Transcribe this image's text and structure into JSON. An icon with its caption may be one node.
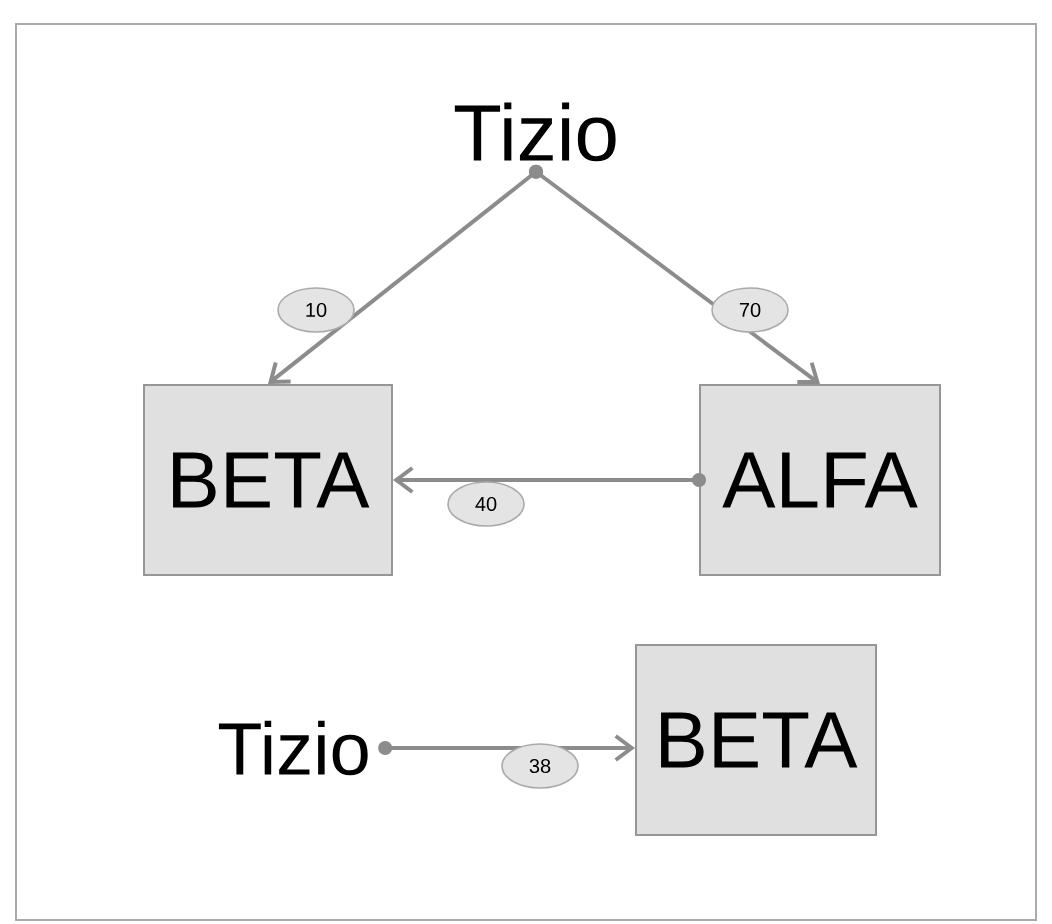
{
  "diagram": {
    "nodes": [
      {
        "text": [
          "Tizio"
        ]
      },
      {
        "text": [
          "BETA"
        ]
      },
      {
        "text": [
          "ALFA"
        ]
      },
      {
        "text": [
          "Tizio"
        ]
      },
      {
        "text": [
          "BETA"
        ]
      }
    ],
    "edges": [
      {
        "from": 0,
        "to": 1,
        "arrow": "to",
        "label": "10"
      },
      {
        "from": 0,
        "to": 2,
        "arrow": "to",
        "label": "70"
      },
      {
        "from": 2,
        "to": 1,
        "arrow": "to",
        "label": "40"
      },
      {
        "from": 3,
        "to": 4,
        "arrow": "to",
        "label": "38"
      }
    ]
  }
}
